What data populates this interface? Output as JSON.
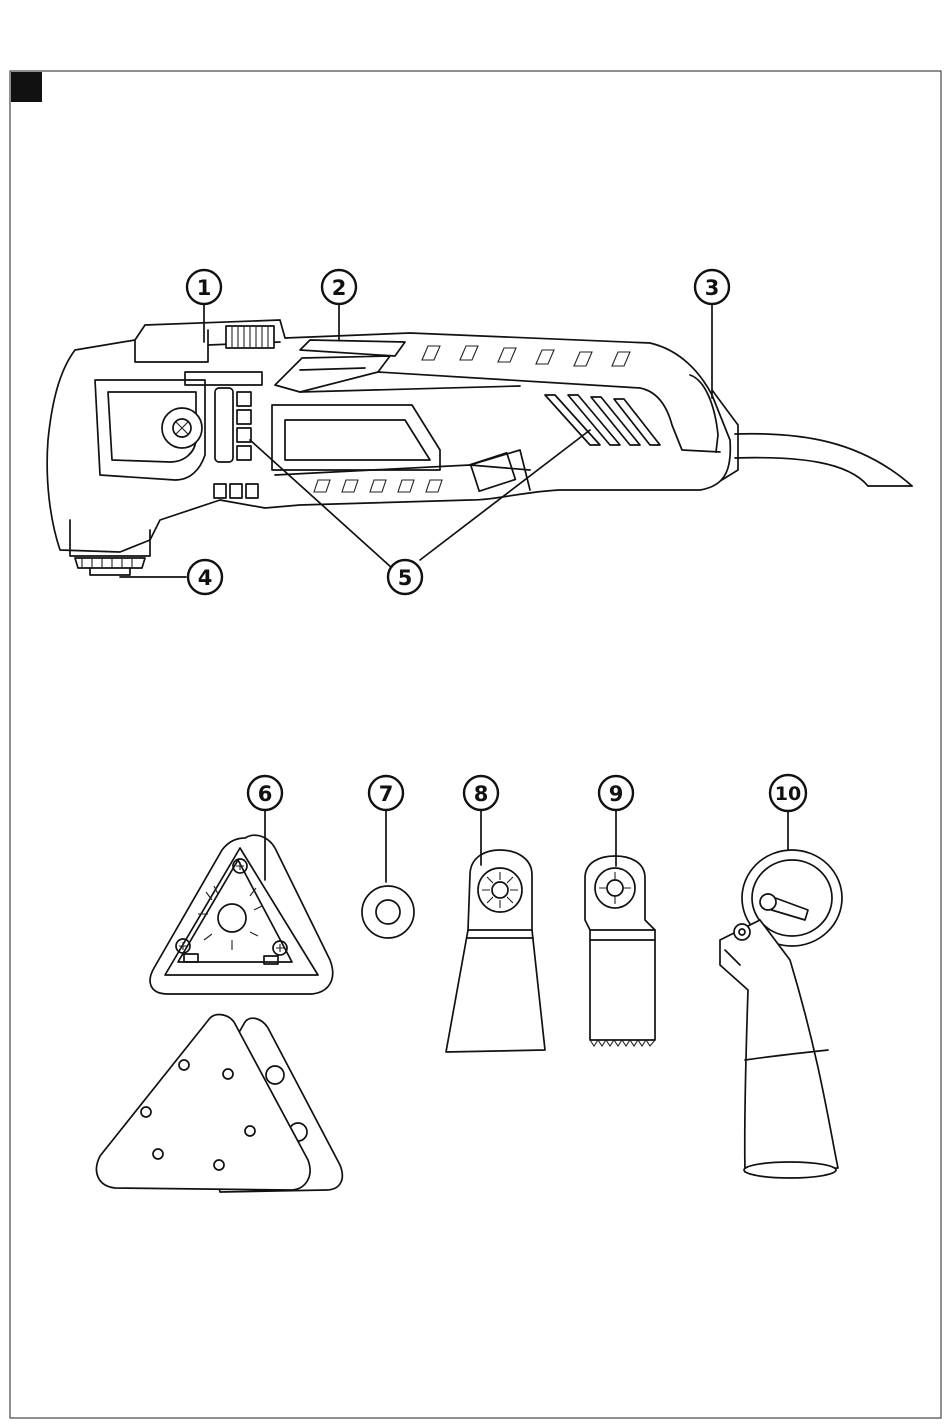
{
  "callouts": {
    "c1": "1",
    "c2": "2",
    "c3": "3",
    "c4": "4",
    "c5": "5",
    "c6": "6",
    "c7": "7",
    "c8": "8",
    "c9": "9",
    "c10": "10"
  },
  "colors": {
    "ink": "#111111",
    "paper": "#ffffff",
    "corner_tab": "#111111"
  }
}
